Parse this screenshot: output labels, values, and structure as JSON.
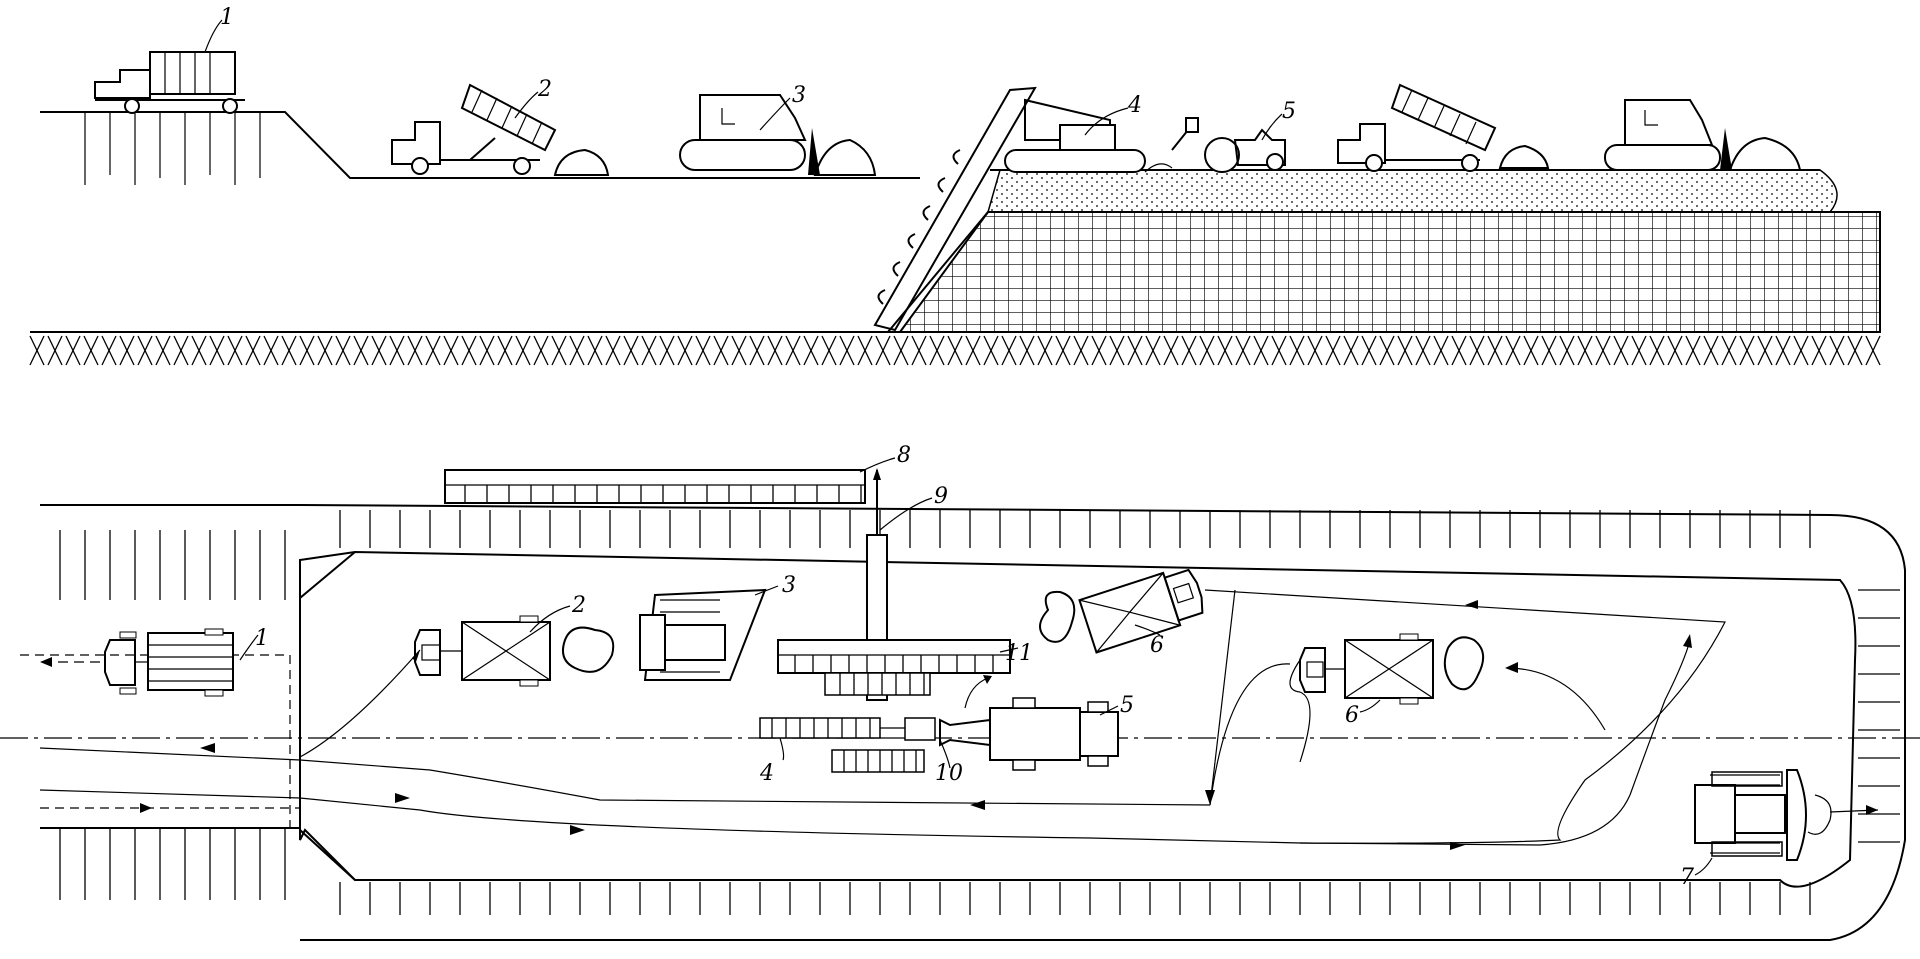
{
  "profile_labels": [
    "1",
    "2",
    "3",
    "4",
    "5"
  ],
  "plan_labels": [
    "1",
    "2",
    "3",
    "4",
    "5",
    "6",
    "6",
    "7",
    "8",
    "9",
    "10",
    "11"
  ]
}
